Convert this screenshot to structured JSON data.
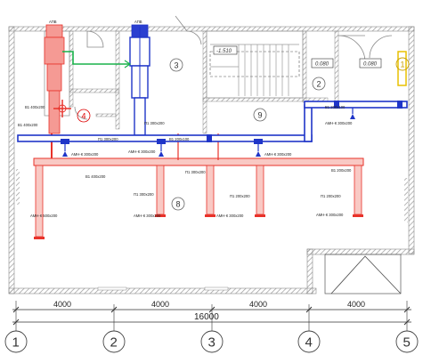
{
  "plan": {
    "dimensions": {
      "spans": [
        "4000",
        "4000",
        "4000",
        "4000"
      ],
      "total": "16000"
    },
    "axes": [
      "1",
      "2",
      "3",
      "4",
      "5"
    ],
    "rooms": {
      "r1": "1",
      "r2": "2",
      "r3": "3",
      "r4": "4",
      "r8": "8",
      "r9": "9"
    },
    "levels": {
      "stair": "-1.510",
      "left": "0.080",
      "right": "0.080"
    },
    "units": {
      "supply": "АПВ",
      "exhaust": "АПВ"
    },
    "duct_labels": {
      "l_a": "В1 400х200",
      "l_b": "В1 400х200",
      "l_c": "П1 300х200",
      "l_d": "П1 300х200",
      "l_e": "В1 200х100",
      "l_f": "АМН-К 300х200",
      "l_g": "АМН-К 300х200",
      "l_h": "АМН-К 300х200",
      "l_i": "В1 400х200",
      "l_j": "П1 300х200",
      "l_k": "П1 300х200",
      "l_l": "В1 200х200",
      "l_m": "П1 200х200",
      "l_n": "П1 200х200",
      "l_o": "АМН-К 500х200",
      "l_p": "АМН-К 300х200",
      "l_q": "АМН-К 300х200",
      "l_r": "АМН-К 300х200",
      "l_s": "АМН-К 300х200",
      "l_t": "В1 200х100"
    }
  },
  "colors": {
    "wall": "#8a8a8a",
    "supply": "#1f35c8",
    "exhaust": "#e8322a",
    "exhaust_light": "#f59a94",
    "link": "#18b24a",
    "highlight": "#e8c000"
  }
}
